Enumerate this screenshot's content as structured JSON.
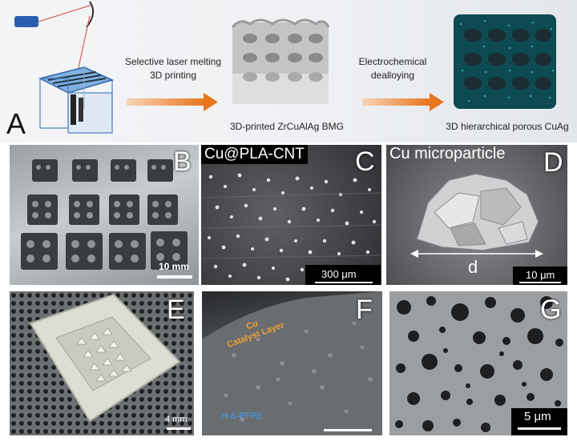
{
  "panelA": {
    "letter": "A",
    "step1_line1": "Selective laser melting",
    "step1_line2": "3D printing",
    "step2_line1": "Electrochemical",
    "step2_line2": "dealloying",
    "label_bmg": "3D-printed ZrCuAlAg BMG",
    "label_porous": "3D hierarchical porous CuAg"
  },
  "panelB": {
    "letter": "B",
    "scale": "10 mm"
  },
  "panelC": {
    "letter": "C",
    "title": "Cu@PLA-CNT",
    "scale": "300 μm"
  },
  "panelD": {
    "letter": "D",
    "title": "Cu microparticle",
    "dim_label": "d",
    "scale": "10 μm"
  },
  "panelE": {
    "letter": "E",
    "scale": "4 mm"
  },
  "panelF": {
    "letter": "F",
    "layer_line1": "Cu",
    "layer_line2": "Catalyst Layer",
    "ptfe_label": "H-Δ-PFPE"
  },
  "panelG": {
    "letter": "G",
    "scale": "5 μm"
  }
}
